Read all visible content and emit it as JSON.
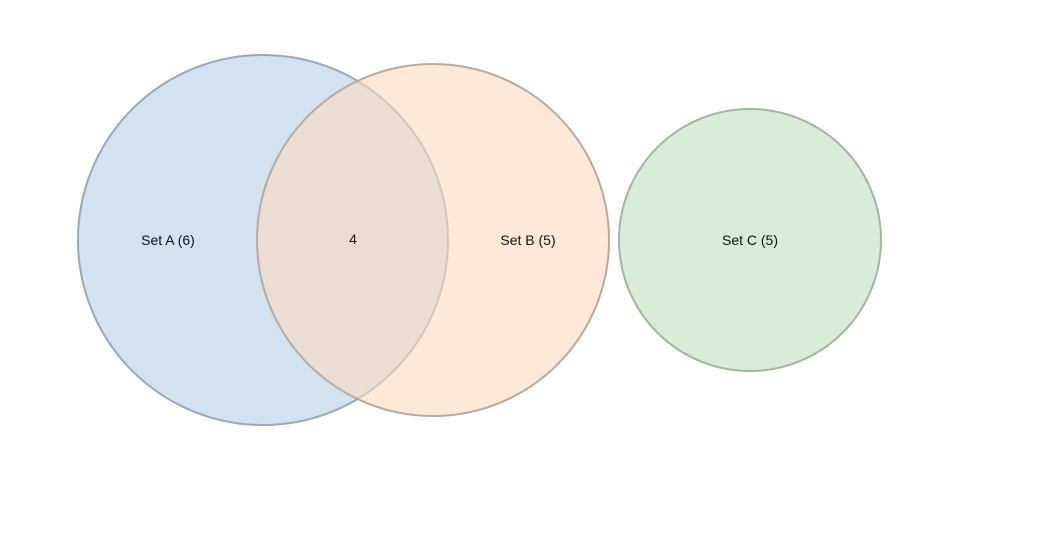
{
  "venn": {
    "sets": [
      {
        "id": "A",
        "label": "Set A (6)",
        "size": 6,
        "fill": "#bcd4ea",
        "stroke": "#9aa9b8"
      },
      {
        "id": "B",
        "label": "Set B (5)",
        "size": 5,
        "fill": "#fdd9bb",
        "stroke": "#b9aaa0"
      },
      {
        "id": "C",
        "label": "Set C (5)",
        "size": 5,
        "fill": "#c5e4c5",
        "stroke": "#a2b6a2"
      }
    ],
    "overlaps": [
      {
        "sets": [
          "A",
          "B"
        ],
        "label": "4",
        "size": 4
      }
    ]
  }
}
